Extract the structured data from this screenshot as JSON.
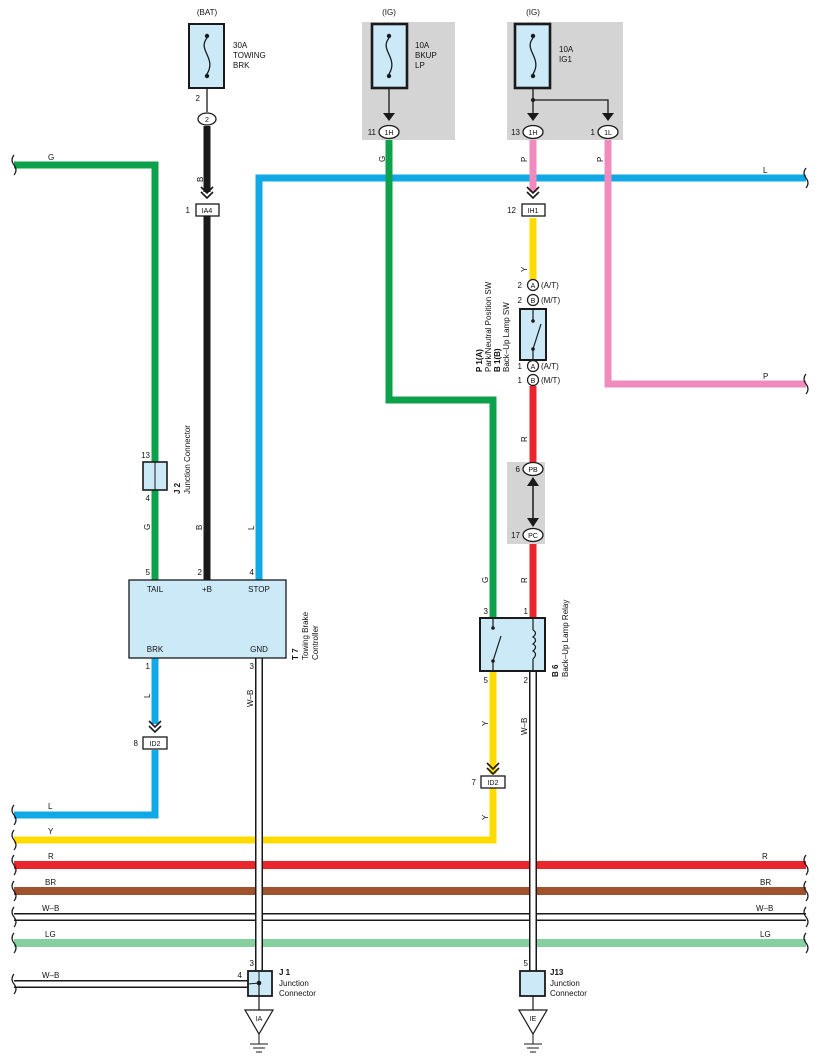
{
  "fuses": {
    "towing": {
      "source": "(BAT)",
      "rating": "30A",
      "name1": "TOWING",
      "name2": "BRK",
      "pin": "2"
    },
    "bkup": {
      "source": "(IG)",
      "rating": "10A",
      "name1": "BKUP",
      "name2": "LP"
    },
    "ig1": {
      "source": "(IG)",
      "rating": "10A",
      "name1": "IG1"
    }
  },
  "connectors": {
    "c2": "2",
    "ia4": {
      "pin": "1",
      "label": "IA4"
    },
    "h1_left": {
      "pin": "11",
      "label": "1H"
    },
    "h1_right": {
      "pin": "13",
      "label": "1H"
    },
    "l1": {
      "pin": "1",
      "label": "1L"
    },
    "ih1": {
      "pin": "12",
      "label": "IH1"
    },
    "pb": {
      "pin": "6",
      "label": "PB"
    },
    "pc": {
      "pin": "17",
      "label": "PC"
    },
    "id2_left": {
      "pin": "8",
      "label": "ID2"
    },
    "id2_right": {
      "pin": "7",
      "label": "ID2"
    },
    "ia_ground": "IA",
    "ie_ground": "IE"
  },
  "wire_labels": {
    "G": "G",
    "B": "B",
    "L": "L",
    "P": "P",
    "Y": "Y",
    "R": "R",
    "BR": "BR",
    "WB": "W–B",
    "LG": "LG"
  },
  "j2": {
    "id": "J 2",
    "name": "Junction Connector",
    "pin_top": "13",
    "pin_bottom": "4"
  },
  "t7": {
    "id": "T 7",
    "name1": "Towing Brake",
    "name2": "Controller",
    "pin_tail": "5",
    "pin_b": "2",
    "pin_stop": "4",
    "pin_brk": "1",
    "pin_gnd": "3",
    "tail": "TAIL",
    "b": "+B",
    "stop": "STOP",
    "brk": "BRK",
    "gnd": "GND"
  },
  "switch": {
    "id_p": "P 1(A)",
    "name_p": "Park/Neutral Position SW",
    "id_b": "B 1(B)",
    "name_b": "Back–Up Lamp SW",
    "pin2": "2",
    "pin1": "1",
    "a": "A",
    "b": "B",
    "at": "(A/T)",
    "mt": "(M/T)"
  },
  "b6": {
    "id": "B 6",
    "name": "Back–Up Lamp Relay",
    "pin3": "3",
    "pin1": "1",
    "pin5": "5",
    "pin2": "2"
  },
  "j1": {
    "id": "J 1",
    "name1": "Junction",
    "name2": "Connector",
    "pin_top": "3",
    "pin_left": "4"
  },
  "j13": {
    "id": "J13",
    "name1": "Junction",
    "name2": "Connector",
    "pin_top": "5"
  },
  "colors": {
    "green": "#0ea14c",
    "black": "#1a1a1a",
    "blue": "#10a9e6",
    "pink": "#f08bbd",
    "yellow": "#ffdb00",
    "red": "#e8262c",
    "brown": "#a0522d",
    "light_green": "#86cf9e",
    "box_fill": "#cce9f8",
    "gray_panel": "#d4d4d4"
  }
}
